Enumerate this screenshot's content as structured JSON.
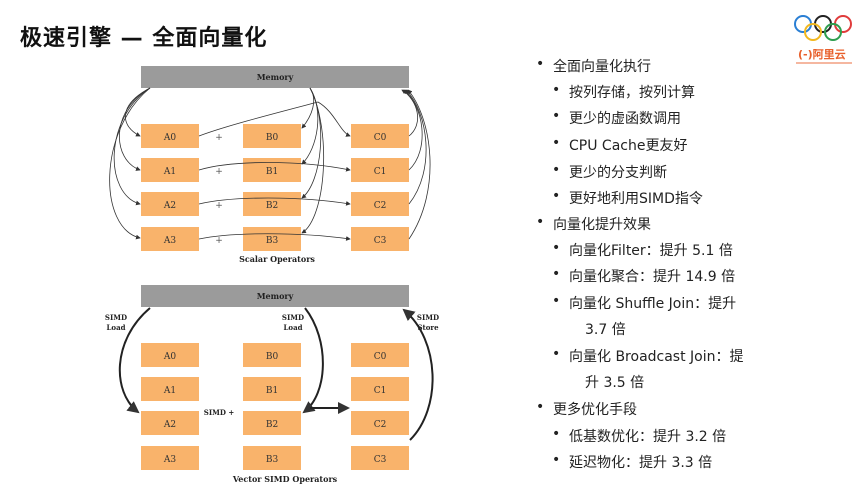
{
  "slide": {
    "title": "极速引擎 — 全面向量化",
    "brand": "(-)阿里云"
  },
  "diagram": {
    "scalar": {
      "memory": "Memory",
      "a": [
        "A0",
        "A1",
        "A2",
        "A3"
      ],
      "b": [
        "B0",
        "B1",
        "B2",
        "B3"
      ],
      "c": [
        "C0",
        "C1",
        "C2",
        "C3"
      ],
      "plus": "+",
      "caption": "Scalar Operators"
    },
    "vector": {
      "memory": "Memory",
      "simd_load_left_1": "SIMD",
      "simd_load_left_2": "Load",
      "simd_load_mid_1": "SIMD",
      "simd_load_mid_2": "Load",
      "simd_store_1": "SIMD",
      "simd_store_2": "Store",
      "a": [
        "A0",
        "A1",
        "A2",
        "A3"
      ],
      "b": [
        "B0",
        "B1",
        "B2",
        "B3"
      ],
      "c": [
        "C0",
        "C1",
        "C2",
        "C3"
      ],
      "simd_plus": "SIMD +",
      "caption": "Vector SIMD Operators"
    },
    "colors": {
      "box": "#f9b36b",
      "memory": "#9b9b9b"
    }
  },
  "bullets": {
    "s1": "全面向量化执行",
    "s1_items": [
      "按列存储，按列计算",
      "更少的虚函数调用",
      "CPU Cache更友好",
      "更少的分支判断",
      "更好地利用SIMD指令"
    ],
    "s2": "向量化提升效果",
    "s2_items": [
      "向量化Filter：提升 5.1 倍",
      "向量化聚合：提升 14.9 倍",
      "向量化 Shuffle Join：提升",
      "3.7 倍",
      "向量化 Broadcast Join：提",
      "升 3.5 倍"
    ],
    "s3": "更多优化手段",
    "s3_items": [
      "低基数优化：提升 3.2 倍",
      "延迟物化：提升 3.3 倍"
    ]
  }
}
